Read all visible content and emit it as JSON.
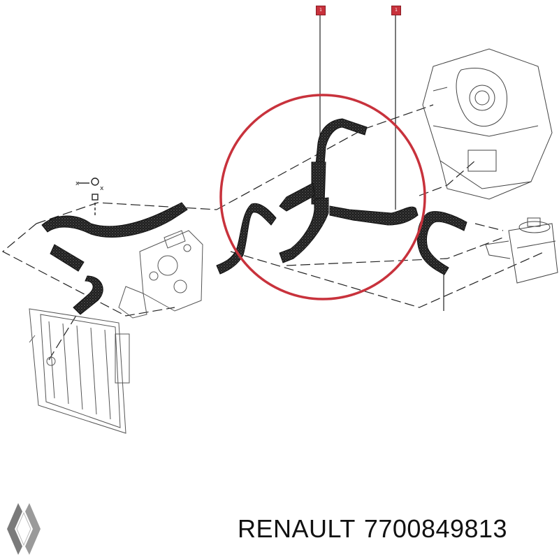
{
  "callouts": [
    {
      "id": "callout-1",
      "label": "1"
    },
    {
      "id": "callout-2",
      "label": "1"
    }
  ],
  "diagram": {
    "icons": [
      "radiator-icon",
      "engine-block-icon",
      "heater-unit-icon",
      "expansion-tank-icon",
      "hose-clamp-icon"
    ],
    "highlight_color": "#c8323c",
    "hose_color": "#2a2a2a",
    "outline_color": "#444444"
  },
  "caption": {
    "brand": "RENAULT",
    "part_number": "7700849813"
  },
  "logo": {
    "name": "renault-logo",
    "colors": [
      "#7a7a7a",
      "#bdbdbd"
    ]
  }
}
